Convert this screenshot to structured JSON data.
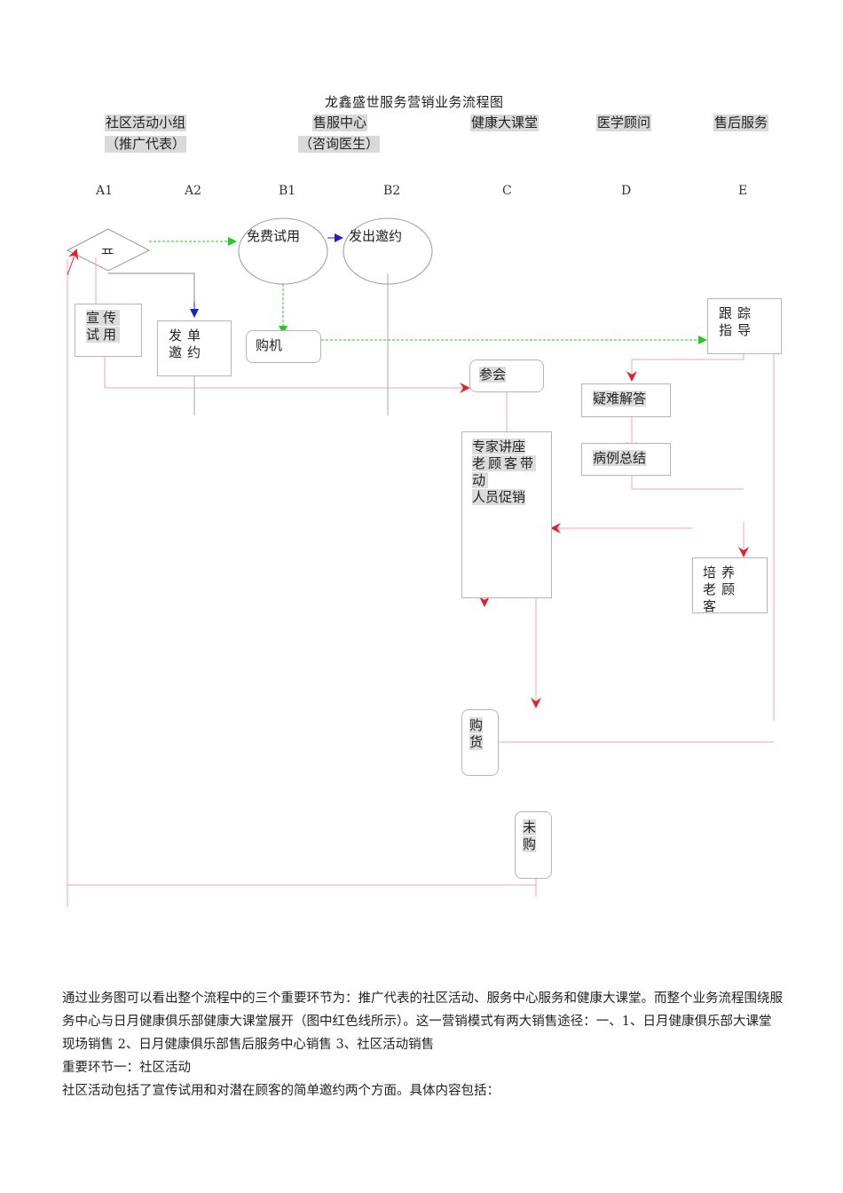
{
  "title": "龙鑫盛世服务营销业务流程图",
  "headers": [
    {
      "line1": "社区活动小组",
      "line2": "（推广代表）"
    },
    {
      "line1": "售服中心",
      "line2": "（咨询医生）"
    },
    {
      "line1": "健康大课堂",
      "line2": ""
    },
    {
      "line1": "医学顾问",
      "line2": ""
    },
    {
      "line1": "售后服务",
      "line2": ""
    }
  ],
  "columns": [
    "A1",
    "A2",
    "B1",
    "B2",
    "C",
    "D",
    "E"
  ],
  "nodes": {
    "start": "开",
    "free_trial": "免费试用",
    "send_invite": "发出邀约",
    "promo_trial": "宣传试用",
    "leaflet_invite": "发单邀约",
    "purchase_machine": "购机",
    "track_guide": "跟踪指导",
    "attend": "参会",
    "qa": "疑难解答",
    "case_summary": "病例总结",
    "lecture_l1": "专家讲座",
    "lecture_l2": "老顾客带动",
    "lecture_l3": "人员促销",
    "cultivate": "培养老顾客",
    "buy": "购货",
    "not_buy": "未购"
  },
  "colors": {
    "red": "#e0222a",
    "pink": "#f2a5b4",
    "green": "#22cc22",
    "blue": "#1a22cc",
    "header_bg": "#d9d9d9",
    "node_border": "#b5b5b5"
  },
  "paragraphs": [
    "通过业务图可以看出整个流程中的三个重要环节为：推广代表的社区活动、服务中心服务和健康大课堂。而整个业务流程围绕服务中心与日月健康俱乐部健康大课堂展开（图中红色线所示）。这一营销模式有两大销售途径：一、1、日月健康俱乐部大课堂现场销售 2、日月健康俱乐部售后服务中心销售 3、社区活动销售",
    "重要环节一：社区活动",
    "社区活动包括了宣传试用和对潜在顾客的简单邀约两个方面。具体内容包括："
  ]
}
